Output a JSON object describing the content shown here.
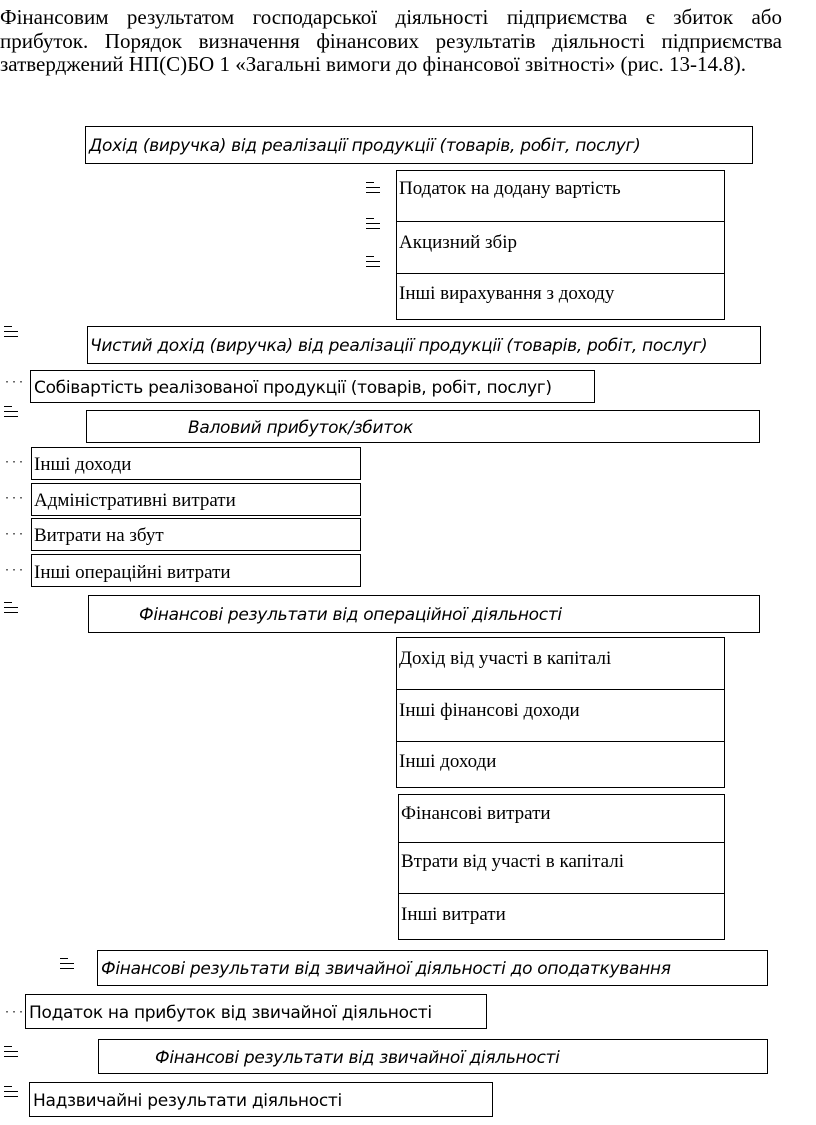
{
  "intro_text": "Фінансовим результатом господарської діяльності підприємства є збиток або прибуток. Порядок визначення фінансових результатів діяльності підприємства затверджений НП(С)БО 1 «Загальні вимоги до фінансової звітності» (рис. 13-14.8).",
  "diagram": {
    "revenue": "Дохід (виручка) від реалізації продукції (товарів, робіт, послуг)",
    "deductions": [
      "Податок на додану вартість",
      "Акцизний збір",
      "Інші вирахування з доходу"
    ],
    "net_revenue": "Чистий дохід (виручка) від реалізації продукції (товарів, робіт, послуг)",
    "cost_of_sales": "Собівартість реалізованої продукції (товарів, робіт, послуг)",
    "gross_profit": "Валовий прибуток/збиток",
    "operating_items": [
      "Інші доходи",
      "Адміністративні витрати",
      "Витрати на збут",
      "Інші операційні витрати"
    ],
    "operating_result": "Фінансові результати від операційної діяльності",
    "financial_income": [
      "Дохід від участі в капіталі",
      "Інші фінансові доходи",
      "Інші доходи"
    ],
    "financial_expenses": [
      "Фінансові витрати",
      "Втрати від участі в капіталі",
      "Інші витрати"
    ],
    "pretax_result": "Фінансові результати від звичайної діяльності до оподаткування",
    "income_tax": "Податок на прибуток від звичайної діяльності",
    "ordinary_result": "Фінансові результати від звичайної діяльності",
    "extraordinary": "Надзвичайні результати діяльності"
  }
}
